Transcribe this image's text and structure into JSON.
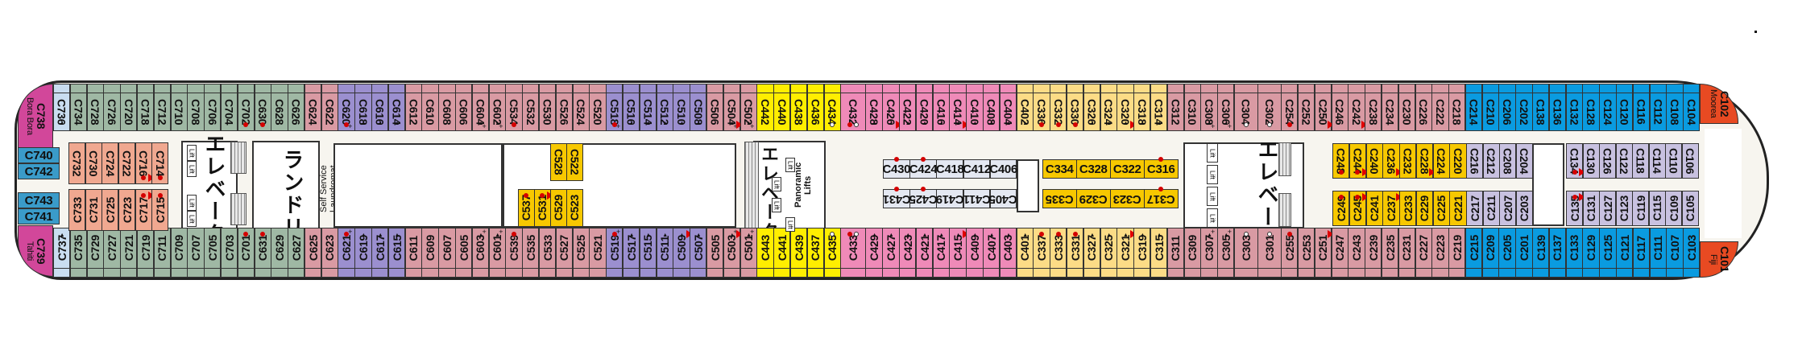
{
  "title": "Deck plan - C deck",
  "colors": {
    "green": "#9fb8a4",
    "lightblue": "#c9ddf0",
    "magenta": "#d2479a",
    "teal": "#3a9bc9",
    "salmon": "#f0a890",
    "rose": "#d99aa3",
    "purple": "#9b8fcf",
    "yellow": "#ffee00",
    "gold": "#f7c800",
    "pink": "#ef8ab8",
    "paleyellow": "#fcdc86",
    "lavender": "#c8c1e0",
    "paleblue": "#e4e8f2",
    "blue": "#0a9be0",
    "orange": "#e84a22"
  },
  "labels": {
    "elevator_jp": "エレベーター",
    "laundry_jp": "ランドリー",
    "laundromat": "Self Service Laundromat",
    "panoramic_lifts": "Panoramic Lifts",
    "lift": "Lift"
  },
  "stern": {
    "top_suite": {
      "id": "C738",
      "name": "Bora Bora",
      "marker": "triangle"
    },
    "bottom_suite": {
      "id": "C739",
      "name": "Tahiti",
      "marker": "triangle"
    },
    "side_cabins": [
      {
        "id": "C740",
        "marker": "triangle"
      },
      {
        "id": "C742",
        "marker": "dot-plus"
      },
      {
        "id": "C743",
        "marker": "dot-plus"
      },
      {
        "id": "C741",
        "marker": "triangle"
      }
    ]
  },
  "bow": {
    "top_suite": {
      "id": "C102",
      "name": "Moorea",
      "marker": "triangle"
    },
    "bottom_suite": {
      "id": "C101",
      "name": "Fiji",
      "marker": "triangle"
    }
  },
  "top_row": [
    {
      "id": "C736",
      "c": "lightblue",
      "m": "triangle"
    },
    {
      "id": "C734",
      "c": "green"
    },
    {
      "id": "C728",
      "c": "green"
    },
    {
      "id": "C726",
      "c": "green"
    },
    {
      "id": "C720",
      "c": "green"
    },
    {
      "id": "C718",
      "c": "green"
    },
    {
      "id": "C712",
      "c": "green"
    },
    {
      "id": "C710",
      "c": "green"
    },
    {
      "id": "C708",
      "c": "green"
    },
    {
      "id": "C706",
      "c": "green"
    },
    {
      "id": "C704",
      "c": "green"
    },
    {
      "id": "C702",
      "c": "green",
      "m": "dot"
    },
    {
      "id": "C630",
      "c": "green",
      "m": "dot"
    },
    {
      "id": "C628",
      "c": "green"
    },
    {
      "id": "C626",
      "c": "green"
    },
    {
      "id": "C624",
      "c": "rose"
    },
    {
      "id": "C622",
      "c": "rose"
    },
    {
      "id": "C620",
      "c": "purple",
      "m": "dot-plus"
    },
    {
      "id": "C618",
      "c": "purple",
      "m": "triangle"
    },
    {
      "id": "C616",
      "c": "purple",
      "m": "triangle"
    },
    {
      "id": "C614",
      "c": "purple",
      "m": "triangle"
    },
    {
      "id": "C612",
      "c": "rose"
    },
    {
      "id": "C610",
      "c": "rose"
    },
    {
      "id": "C608",
      "c": "rose"
    },
    {
      "id": "C606",
      "c": "rose"
    },
    {
      "id": "C604",
      "c": "rose",
      "m": "triangle-plus"
    },
    {
      "id": "C602",
      "c": "rose",
      "m": "triangle-plus"
    },
    {
      "id": "C534",
      "c": "rose",
      "m": "dot"
    },
    {
      "id": "C532",
      "c": "rose"
    },
    {
      "id": "C530",
      "c": "rose"
    },
    {
      "id": "C526",
      "c": "rose"
    },
    {
      "id": "C524",
      "c": "rose"
    },
    {
      "id": "C520",
      "c": "rose"
    },
    {
      "id": "C518",
      "c": "purple",
      "m": "dot-plus"
    },
    {
      "id": "C516",
      "c": "purple",
      "m": "triangle"
    },
    {
      "id": "C514",
      "c": "purple",
      "m": "triangle"
    },
    {
      "id": "C512",
      "c": "purple",
      "m": "triangle"
    },
    {
      "id": "C510",
      "c": "purple",
      "m": "triangle"
    },
    {
      "id": "C508",
      "c": "purple",
      "m": "triangle"
    },
    {
      "id": "C506",
      "c": "rose"
    },
    {
      "id": "C504",
      "c": "rose",
      "m": "triangle-plus",
      "f": true
    },
    {
      "id": "C502",
      "c": "rose",
      "m": "triangle-plus"
    },
    {
      "id": "C442",
      "c": "yellow"
    },
    {
      "id": "C440",
      "c": "yellow"
    },
    {
      "id": "C438",
      "c": "yellow"
    },
    {
      "id": "C436",
      "c": "yellow"
    },
    {
      "id": "C434",
      "c": "yellow",
      "m": "open-dot"
    },
    {
      "id": "C432",
      "c": "pink",
      "m": "dot-open",
      "w": 1.5
    },
    {
      "id": "C428",
      "c": "pink",
      "m": "triangle"
    },
    {
      "id": "C426",
      "c": "pink",
      "m": "triangle",
      "f": true
    },
    {
      "id": "C422",
      "c": "pink",
      "m": "triangle"
    },
    {
      "id": "C420",
      "c": "pink",
      "m": "triangle"
    },
    {
      "id": "C416",
      "c": "pink",
      "m": "triangle"
    },
    {
      "id": "C414",
      "c": "pink",
      "m": "triangle",
      "f": true
    },
    {
      "id": "C410",
      "c": "pink",
      "m": "triangle"
    },
    {
      "id": "C408",
      "c": "pink",
      "m": "triangle"
    },
    {
      "id": "C404",
      "c": "pink",
      "m": "triangle"
    },
    {
      "id": "C402",
      "c": "paleyellow",
      "m": "triangle"
    },
    {
      "id": "C336",
      "c": "paleyellow",
      "m": "dot"
    },
    {
      "id": "C332",
      "c": "paleyellow",
      "m": "dot"
    },
    {
      "id": "C330",
      "c": "paleyellow",
      "m": "dot"
    },
    {
      "id": "C326",
      "c": "paleyellow",
      "m": "triangle"
    },
    {
      "id": "C324",
      "c": "paleyellow",
      "m": "triangle"
    },
    {
      "id": "C320",
      "c": "paleyellow",
      "m": "triangle",
      "f": true
    },
    {
      "id": "C318",
      "c": "paleyellow",
      "m": "triangle"
    },
    {
      "id": "C314",
      "c": "paleyellow",
      "m": "triangle"
    },
    {
      "id": "C312",
      "c": "rose"
    },
    {
      "id": "C310",
      "c": "rose"
    },
    {
      "id": "C308",
      "c": "rose",
      "m": "triangle-plus"
    },
    {
      "id": "C306",
      "c": "rose",
      "m": "triangle-plus"
    },
    {
      "id": "C304",
      "c": "rose",
      "m": "open-dot",
      "w": 1.4
    },
    {
      "id": "C302",
      "c": "rose",
      "m": "open-dot",
      "w": 1.4
    },
    {
      "id": "C254",
      "c": "rose",
      "m": "dot"
    },
    {
      "id": "C252",
      "c": "rose"
    },
    {
      "id": "C250",
      "c": "rose",
      "f": true
    },
    {
      "id": "C246",
      "c": "rose"
    },
    {
      "id": "C242",
      "c": "rose",
      "f": true
    },
    {
      "id": "C238",
      "c": "rose"
    },
    {
      "id": "C234",
      "c": "rose"
    },
    {
      "id": "C230",
      "c": "rose"
    },
    {
      "id": "C226",
      "c": "rose"
    },
    {
      "id": "C222",
      "c": "rose"
    },
    {
      "id": "C218",
      "c": "rose"
    },
    {
      "id": "C214",
      "c": "blue"
    },
    {
      "id": "C210",
      "c": "blue"
    },
    {
      "id": "C206",
      "c": "blue"
    },
    {
      "id": "C202",
      "c": "blue"
    },
    {
      "id": "C138",
      "c": "blue"
    },
    {
      "id": "C136",
      "c": "blue"
    },
    {
      "id": "C132",
      "c": "blue"
    },
    {
      "id": "C128",
      "c": "blue"
    },
    {
      "id": "C124",
      "c": "blue"
    },
    {
      "id": "C120",
      "c": "blue"
    },
    {
      "id": "C116",
      "c": "blue"
    },
    {
      "id": "C112",
      "c": "blue"
    },
    {
      "id": "C108",
      "c": "blue"
    },
    {
      "id": "C104",
      "c": "blue"
    }
  ],
  "bottom_row": [
    {
      "id": "C737",
      "c": "lightblue",
      "m": "triangle"
    },
    {
      "id": "C735",
      "c": "green"
    },
    {
      "id": "C729",
      "c": "green"
    },
    {
      "id": "C727",
      "c": "green"
    },
    {
      "id": "C721",
      "c": "green"
    },
    {
      "id": "C719",
      "c": "green"
    },
    {
      "id": "C711",
      "c": "green"
    },
    {
      "id": "C709",
      "c": "green"
    },
    {
      "id": "C707",
      "c": "green"
    },
    {
      "id": "C705",
      "c": "green"
    },
    {
      "id": "C703",
      "c": "green"
    },
    {
      "id": "C701",
      "c": "green",
      "m": "dot"
    },
    {
      "id": "C631",
      "c": "green",
      "m": "dot"
    },
    {
      "id": "C629",
      "c": "green"
    },
    {
      "id": "C627",
      "c": "green"
    },
    {
      "id": "C625",
      "c": "rose"
    },
    {
      "id": "C623",
      "c": "rose"
    },
    {
      "id": "C621",
      "c": "purple",
      "m": "dot-plus"
    },
    {
      "id": "C619",
      "c": "purple",
      "m": "triangle"
    },
    {
      "id": "C617",
      "c": "purple",
      "m": "triangle"
    },
    {
      "id": "C615",
      "c": "purple",
      "m": "triangle"
    },
    {
      "id": "C611",
      "c": "rose"
    },
    {
      "id": "C609",
      "c": "rose"
    },
    {
      "id": "C607",
      "c": "rose"
    },
    {
      "id": "C605",
      "c": "rose"
    },
    {
      "id": "C603",
      "c": "rose",
      "m": "triangle-plus"
    },
    {
      "id": "C601",
      "c": "rose",
      "m": "triangle-plus"
    },
    {
      "id": "C539",
      "c": "rose",
      "m": "dot"
    },
    {
      "id": "C535",
      "c": "rose"
    },
    {
      "id": "C533",
      "c": "rose"
    },
    {
      "id": "C527",
      "c": "rose"
    },
    {
      "id": "C525",
      "c": "rose"
    },
    {
      "id": "C521",
      "c": "rose"
    },
    {
      "id": "C519",
      "c": "purple",
      "m": "dot-plus"
    },
    {
      "id": "C517",
      "c": "purple",
      "m": "triangle"
    },
    {
      "id": "C515",
      "c": "purple",
      "m": "triangle"
    },
    {
      "id": "C511",
      "c": "purple",
      "m": "triangle"
    },
    {
      "id": "C509",
      "c": "purple",
      "m": "triangle",
      "f": true
    },
    {
      "id": "C507",
      "c": "purple",
      "m": "triangle"
    },
    {
      "id": "C505",
      "c": "rose"
    },
    {
      "id": "C503",
      "c": "rose",
      "m": "triangle-plus",
      "f": true
    },
    {
      "id": "C501",
      "c": "rose",
      "m": "triangle-plus"
    },
    {
      "id": "C443",
      "c": "yellow"
    },
    {
      "id": "C441",
      "c": "yellow"
    },
    {
      "id": "C439",
      "c": "yellow"
    },
    {
      "id": "C437",
      "c": "yellow"
    },
    {
      "id": "C435",
      "c": "yellow",
      "m": "open-dot"
    },
    {
      "id": "C433",
      "c": "pink",
      "m": "dot-open",
      "w": 1.5
    },
    {
      "id": "C429",
      "c": "pink",
      "m": "triangle"
    },
    {
      "id": "C427",
      "c": "pink",
      "m": "triangle"
    },
    {
      "id": "C423",
      "c": "pink",
      "m": "triangle"
    },
    {
      "id": "C421",
      "c": "pink",
      "m": "triangle"
    },
    {
      "id": "C417",
      "c": "pink",
      "m": "triangle"
    },
    {
      "id": "C415",
      "c": "pink",
      "m": "triangle",
      "f": true
    },
    {
      "id": "C409",
      "c": "pink",
      "m": "triangle"
    },
    {
      "id": "C407",
      "c": "pink",
      "m": "triangle"
    },
    {
      "id": "C403",
      "c": "pink",
      "m": "triangle"
    },
    {
      "id": "C401",
      "c": "paleyellow",
      "m": "triangle"
    },
    {
      "id": "C337",
      "c": "paleyellow",
      "m": "dot"
    },
    {
      "id": "C333",
      "c": "paleyellow",
      "m": "dot"
    },
    {
      "id": "C331",
      "c": "paleyellow",
      "m": "dot"
    },
    {
      "id": "C327",
      "c": "paleyellow",
      "m": "triangle"
    },
    {
      "id": "C325",
      "c": "paleyellow",
      "m": "triangle"
    },
    {
      "id": "C321",
      "c": "paleyellow",
      "m": "triangle",
      "f": true
    },
    {
      "id": "C319",
      "c": "paleyellow",
      "m": "triangle"
    },
    {
      "id": "C315",
      "c": "paleyellow",
      "m": "triangle"
    },
    {
      "id": "C311",
      "c": "rose"
    },
    {
      "id": "C309",
      "c": "rose"
    },
    {
      "id": "C307",
      "c": "rose",
      "m": "triangle-plus"
    },
    {
      "id": "C305",
      "c": "rose",
      "m": "triangle-plus"
    },
    {
      "id": "C303",
      "c": "rose",
      "m": "open-dot",
      "w": 1.4
    },
    {
      "id": "C301",
      "c": "rose",
      "m": "open-dot",
      "w": 1.4
    },
    {
      "id": "C255",
      "c": "rose",
      "m": "dot"
    },
    {
      "id": "C253",
      "c": "rose"
    },
    {
      "id": "C251",
      "c": "rose",
      "f": true
    },
    {
      "id": "C247",
      "c": "rose"
    },
    {
      "id": "C243",
      "c": "rose"
    },
    {
      "id": "C239",
      "c": "rose"
    },
    {
      "id": "C235",
      "c": "rose"
    },
    {
      "id": "C231",
      "c": "rose"
    },
    {
      "id": "C227",
      "c": "rose"
    },
    {
      "id": "C223",
      "c": "rose"
    },
    {
      "id": "C219",
      "c": "rose"
    },
    {
      "id": "C215",
      "c": "blue"
    },
    {
      "id": "C209",
      "c": "blue"
    },
    {
      "id": "C205",
      "c": "blue"
    },
    {
      "id": "C201",
      "c": "blue"
    },
    {
      "id": "C139",
      "c": "blue"
    },
    {
      "id": "C137",
      "c": "blue"
    },
    {
      "id": "C133",
      "c": "blue"
    },
    {
      "id": "C129",
      "c": "blue"
    },
    {
      "id": "C125",
      "c": "blue"
    },
    {
      "id": "C121",
      "c": "blue"
    },
    {
      "id": "C117",
      "c": "blue"
    },
    {
      "id": "C111",
      "c": "blue"
    },
    {
      "id": "C107",
      "c": "blue"
    },
    {
      "id": "C103",
      "c": "blue"
    }
  ],
  "inner_groups": [
    {
      "name": "aft-inner-upper",
      "c": "salmon",
      "vertical": true,
      "cabins": [
        {
          "id": "C732"
        },
        {
          "id": "C730"
        },
        {
          "id": "C724"
        },
        {
          "id": "C722"
        },
        {
          "id": "C716",
          "m": "dot",
          "f": true
        },
        {
          "id": "C714",
          "m": "dot"
        }
      ]
    },
    {
      "name": "aft-inner-lower",
      "c": "salmon",
      "vertical": true,
      "cabins": [
        {
          "id": "C733"
        },
        {
          "id": "C731"
        },
        {
          "id": "C725"
        },
        {
          "id": "C723"
        },
        {
          "id": "C717",
          "m": "dot",
          "f": true
        },
        {
          "id": "C715",
          "m": "dot"
        }
      ]
    },
    {
      "name": "mid-inner-upper-500",
      "c": "gold",
      "vertical": true,
      "cabins": [
        {
          "id": "C528"
        },
        {
          "id": "C522"
        }
      ]
    },
    {
      "name": "mid-inner-lower-500",
      "c": "gold",
      "vertical": true,
      "cabins": [
        {
          "id": "C537",
          "m": "dot"
        },
        {
          "id": "C531",
          "m": "dot",
          "f": true
        },
        {
          "id": "C529"
        },
        {
          "id": "C523"
        }
      ]
    },
    {
      "name": "inner-upper-400",
      "c": "paleblue",
      "vertical": false,
      "cabins": [
        {
          "id": "C430",
          "m": "dot"
        },
        {
          "id": "C424",
          "m": "dot"
        },
        {
          "id": "C418"
        },
        {
          "id": "C412"
        },
        {
          "id": "C406"
        }
      ]
    },
    {
      "name": "inner-lower-400",
      "c": "paleblue",
      "vertical": false,
      "cabins": [
        {
          "id": "C431",
          "m": "dot"
        },
        {
          "id": "C425",
          "m": "dot"
        },
        {
          "id": "C419"
        },
        {
          "id": "C411"
        },
        {
          "id": "C405"
        }
      ]
    },
    {
      "name": "inner-upper-300",
      "c": "gold",
      "vertical": false,
      "cabins": [
        {
          "id": "C334"
        },
        {
          "id": "C328"
        },
        {
          "id": "C322"
        },
        {
          "id": "C316",
          "m": "dot"
        }
      ]
    },
    {
      "name": "inner-lower-300",
      "c": "gold",
      "vertical": false,
      "cabins": [
        {
          "id": "C335"
        },
        {
          "id": "C329"
        },
        {
          "id": "C323"
        },
        {
          "id": "C317",
          "m": "dot"
        }
      ]
    },
    {
      "name": "inner-upper-200",
      "c": "gold",
      "vertical": true,
      "cabins": [
        {
          "id": "C248",
          "m": "dot"
        },
        {
          "id": "C244",
          "m": "dot",
          "f": true
        },
        {
          "id": "C240"
        },
        {
          "id": "C236",
          "f": true
        },
        {
          "id": "C232"
        },
        {
          "id": "C228",
          "f": true
        },
        {
          "id": "C224"
        },
        {
          "id": "C220"
        }
      ]
    },
    {
      "name": "inner-upper-200-lav",
      "c": "lavender",
      "vertical": true,
      "cabins": [
        {
          "id": "C216"
        },
        {
          "id": "C212"
        },
        {
          "id": "C208"
        },
        {
          "id": "C204"
        }
      ]
    },
    {
      "name": "inner-lower-200",
      "c": "gold",
      "vertical": true,
      "cabins": [
        {
          "id": "C249",
          "m": "dot"
        },
        {
          "id": "C245",
          "m": "dot",
          "f": true
        },
        {
          "id": "C241"
        },
        {
          "id": "C237",
          "f": true
        },
        {
          "id": "C233"
        },
        {
          "id": "C229"
        },
        {
          "id": "C225"
        },
        {
          "id": "C221"
        }
      ]
    },
    {
      "name": "inner-lower-200-lav",
      "c": "lavender",
      "vertical": true,
      "cabins": [
        {
          "id": "C217"
        },
        {
          "id": "C211"
        },
        {
          "id": "C207"
        },
        {
          "id": "C203"
        }
      ]
    },
    {
      "name": "inner-upper-100",
      "c": "lavender",
      "vertical": true,
      "cabins": [
        {
          "id": "C134",
          "m": "dot",
          "f": true
        },
        {
          "id": "C130"
        },
        {
          "id": "C126"
        },
        {
          "id": "C122"
        },
        {
          "id": "C118"
        },
        {
          "id": "C114"
        },
        {
          "id": "C110"
        },
        {
          "id": "C106"
        }
      ]
    },
    {
      "name": "inner-lower-100",
      "c": "lavender",
      "vertical": true,
      "cabins": [
        {
          "id": "C135",
          "m": "dot",
          "f": true
        },
        {
          "id": "C131"
        },
        {
          "id": "C127"
        },
        {
          "id": "C123"
        },
        {
          "id": "C119"
        },
        {
          "id": "C115"
        },
        {
          "id": "C109"
        },
        {
          "id": "C105"
        }
      ]
    }
  ]
}
